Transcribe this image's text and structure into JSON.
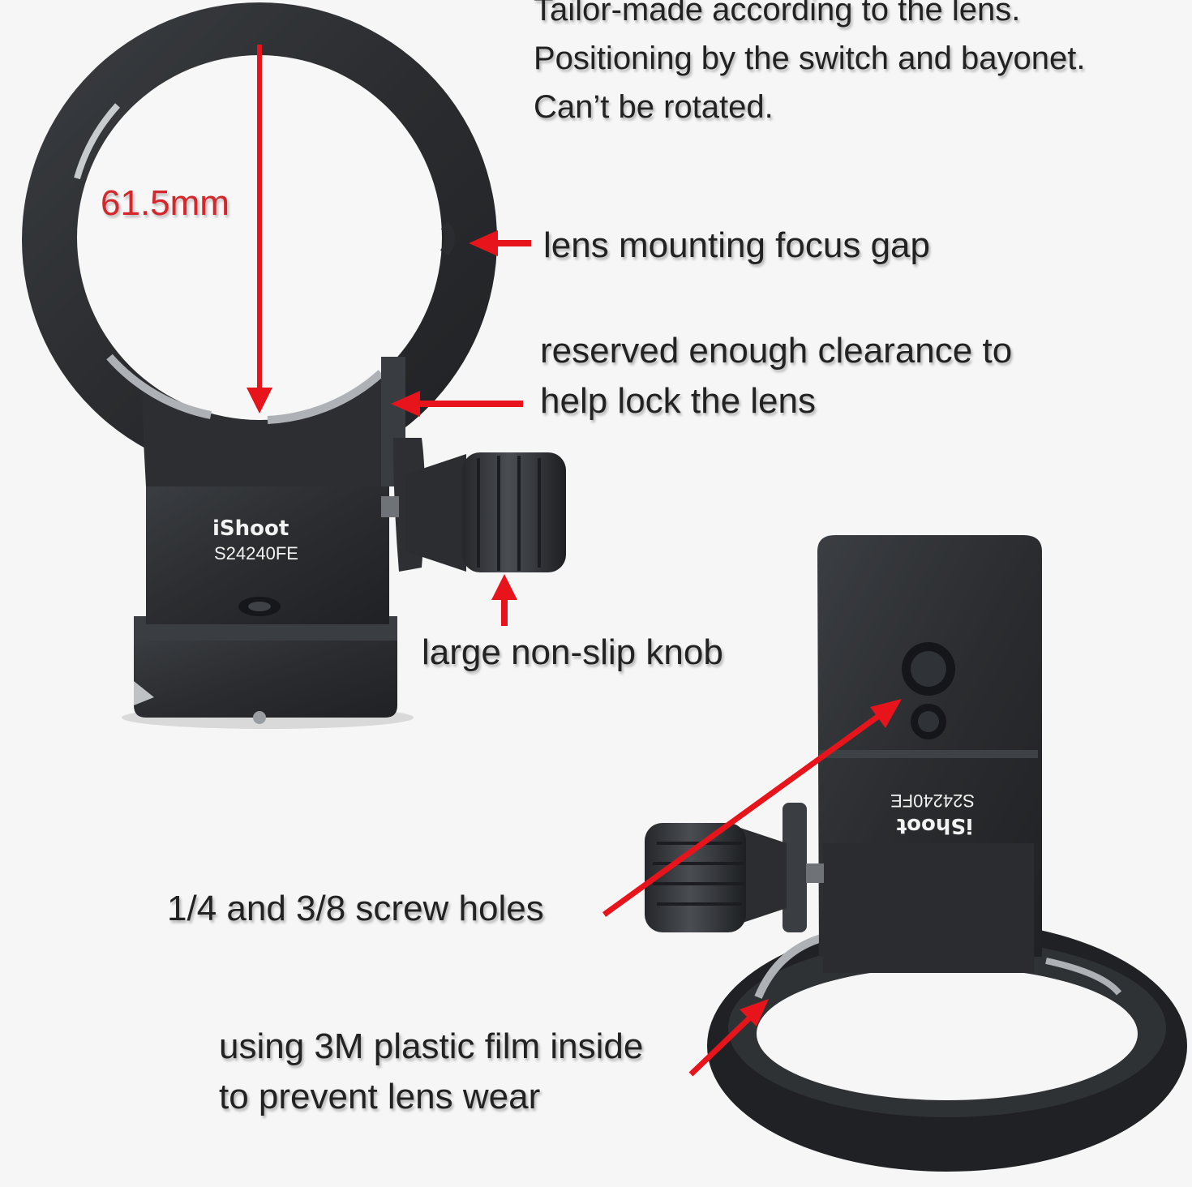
{
  "colors": {
    "background": "#f6f6f6",
    "arrow": "#e8141c",
    "metal": "#2e3033",
    "metal_light": "#44474b",
    "text": "#222222",
    "engraving": "#f2f2f2"
  },
  "captions": {
    "header": {
      "line1": "Tailor-made according to the lens.",
      "line2": "Positioning by the switch and bayonet.",
      "line3": "Can’t be rotated."
    },
    "measurement": "61.5mm",
    "focus_gap": "lens mounting focus gap",
    "clearance": {
      "line1": "reserved enough clearance to",
      "line2": "help lock the lens"
    },
    "knob": "large non-slip knob",
    "screw_holes": "1/4 and 3/8 screw holes",
    "film": {
      "line1": "using 3M plastic film inside",
      "line2": "to prevent lens wear"
    }
  },
  "engraving": {
    "brand": "iShoot",
    "model": "S24240FE"
  }
}
